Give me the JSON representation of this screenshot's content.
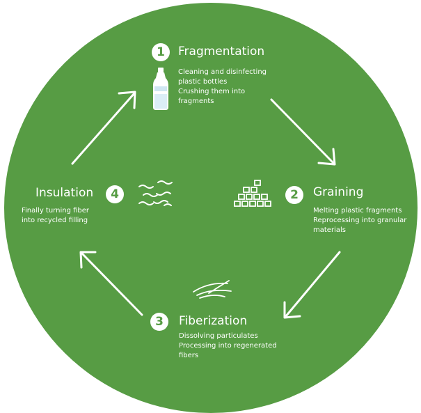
{
  "colors": {
    "background": "#579c44",
    "foreground": "#ffffff"
  },
  "steps": [
    {
      "number": "1",
      "title": "Fragmentation",
      "icon": "plastic-bottle-icon",
      "lines": [
        "Cleaning and disinfecting",
        "plastic bottles",
        "Crushing them into",
        "fragments"
      ]
    },
    {
      "number": "2",
      "title": "Graining",
      "icon": "granules-icon",
      "lines": [
        "Melting plastic fragments",
        "Reprocessing into granular",
        "materials"
      ]
    },
    {
      "number": "3",
      "title": "Fiberization",
      "icon": "fibers-icon",
      "lines": [
        "Dissolving particulates",
        "Processing into regenerated",
        "fibers"
      ]
    },
    {
      "number": "4",
      "title": "Insulation",
      "icon": "curly-fibers-icon",
      "lines": [
        "Finally turning fiber",
        "into recycled filling"
      ]
    }
  ]
}
